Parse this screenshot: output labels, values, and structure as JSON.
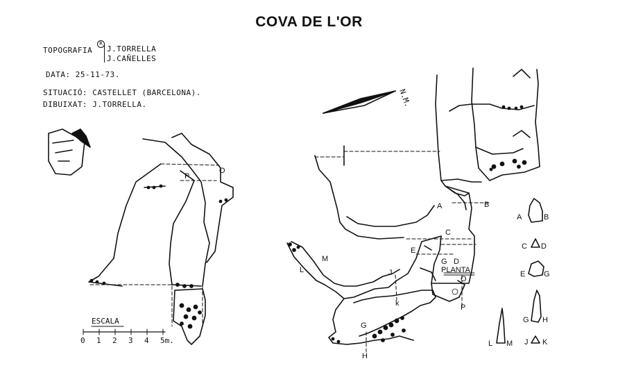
{
  "title": "COVA DE L'OR",
  "info": {
    "topografia_label": "TOPOGRAFIA",
    "authors": [
      "J.TORRELLA",
      "J.CAÑELLES"
    ],
    "data_line": "DATA: 25-11-73.",
    "situacio_line": "SITUACIÓ: CASTELLET (BARCELONA).",
    "dibuixat_line": "DIBUIXAT: J.TORRELLA."
  },
  "north_label": "N.M.",
  "scale": {
    "label": "ESCALA",
    "ticks": [
      "0",
      "1",
      "2",
      "3",
      "4",
      "5m."
    ]
  },
  "plan_label": "PLANTA",
  "section_points": [
    "A",
    "B",
    "C",
    "D",
    "E",
    "G",
    "H",
    "J",
    "K",
    "L",
    "M",
    "O",
    "P"
  ],
  "map_labels": {
    "o_left": "O",
    "p_left": "P",
    "a": "A",
    "b": "B",
    "c": "C",
    "d": "D",
    "e": "E",
    "g": "G",
    "o_center": "O",
    "p_center": "P",
    "j": "J",
    "k": "k",
    "l": "L",
    "m": "M",
    "g_bottom": "G",
    "h_bottom": "H"
  },
  "sections": [
    {
      "left": "A",
      "right": "B"
    },
    {
      "left": "C",
      "right": "D"
    },
    {
      "left": "E",
      "right": "G"
    },
    {
      "left": "G",
      "right": "H"
    },
    {
      "left": "L",
      "right": "M"
    },
    {
      "left": "J",
      "right": "K"
    }
  ]
}
